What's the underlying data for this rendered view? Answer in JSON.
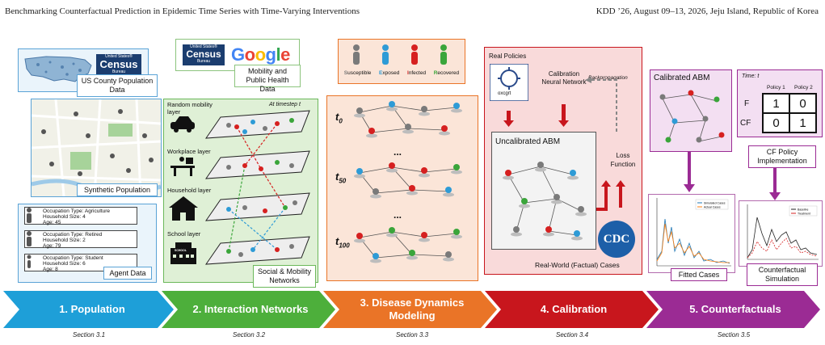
{
  "header": {
    "left_title": "Benchmarking Counterfactual Prediction in Epidemic Time Series with Time-Varying Interventions",
    "right_venue": "KDD ’26, August 09–13, 2026, Jeju Island, Republic of Korea"
  },
  "population": {
    "census_logo_top": "United States®",
    "census_logo_main": "Census",
    "census_logo_bottom": "Bureau",
    "us_county_label": "US County Population Data",
    "synthetic_label": "Synthetic Population",
    "agent_data_label": "Agent Data",
    "agents": [
      {
        "occupation": "Occupation Type: Agriculture",
        "household": "Household Size: 4",
        "age": "Age: 45"
      },
      {
        "occupation": "Occupation Type: Retired",
        "household": "Household Size: 2",
        "age": "Age: 79"
      },
      {
        "occupation": "Occupation Type: Student",
        "household": "Household Size: 6",
        "age": "Age: 8"
      }
    ]
  },
  "networks": {
    "census_logo_top": "United States®",
    "census_logo_main": "Census",
    "census_logo_bottom": "Bureau",
    "google_logo": "Google",
    "mobility_label": "Mobility and Public Health Data",
    "layer_random": "Random mobility layer",
    "timestep": "At timestep t",
    "layer_workplace": "Workplace layer",
    "layer_household": "Household layer",
    "layer_school": "School layer",
    "school_sign": "SCHOOL",
    "social_label": "Social & Mobility Networks"
  },
  "disease": {
    "legend": [
      {
        "initial": "S",
        "rest": "usceptible",
        "color": "#7a7a7a"
      },
      {
        "initial": "E",
        "rest": "xposed",
        "color": "#2e9bd6"
      },
      {
        "initial": "I",
        "rest": "nfected",
        "color": "#d62020"
      },
      {
        "initial": "R",
        "rest": "ecovered",
        "color": "#3aa53a"
      }
    ],
    "t0_base": "t",
    "t0_sub": "0",
    "t50_base": "t",
    "t50_sub": "50",
    "t100_base": "t",
    "t100_sub": "100",
    "ellipsis": "..."
  },
  "calibration": {
    "real_policies": "Real Policies",
    "oxcgrt": "oxcgrt",
    "calib_nn": "Calibration Neural Network",
    "backprop": "Backpropagation",
    "uncalibrated": "Uncalibrated ABM",
    "loss_function": "Loss Function",
    "cdc": "CDC",
    "real_cases": "Real-World (Factual) Cases"
  },
  "counterfactuals": {
    "calibrated": "Calibrated ABM",
    "time": "Time: t",
    "policy1": "Policy 1",
    "policy2": "Policy 2",
    "row_f": "F",
    "row_cf": "CF",
    "cells": [
      "1",
      "0",
      "0",
      "1"
    ],
    "cf_policy_label": "CF Policy Implementation",
    "fitted_label": "Fitted Cases",
    "cf_sim_label": "Counterfactual Simulation",
    "fitted_legend": [
      "Simulated Cases",
      "Actual Cases"
    ],
    "cf_legend": [
      "Baseline",
      "Treatment"
    ]
  },
  "pipeline": [
    {
      "label": "1. Population",
      "section": "Section 3.1",
      "color": "#1e9fd8"
    },
    {
      "label": "2. Interaction Networks",
      "section": "Section 3.2",
      "color": "#4daf3b"
    },
    {
      "label": "3. Disease Dynamics Modeling",
      "section": "Section 3.3",
      "color": "#ea7427"
    },
    {
      "label": "4. Calibration",
      "section": "Section 3.4",
      "color": "#c8161d"
    },
    {
      "label": "5. Counterfactuals",
      "section": "Section 3.5",
      "color": "#9b2b94"
    }
  ]
}
